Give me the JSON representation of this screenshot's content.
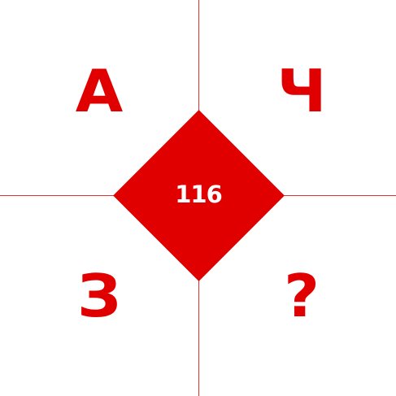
{
  "puzzle": {
    "center": "116",
    "top_left": "А",
    "top_right": "Ч",
    "bottom_left": "З",
    "bottom_right": "?"
  },
  "colors": {
    "accent": "#e10000",
    "line": "#e63030",
    "background": "#ffffff"
  }
}
